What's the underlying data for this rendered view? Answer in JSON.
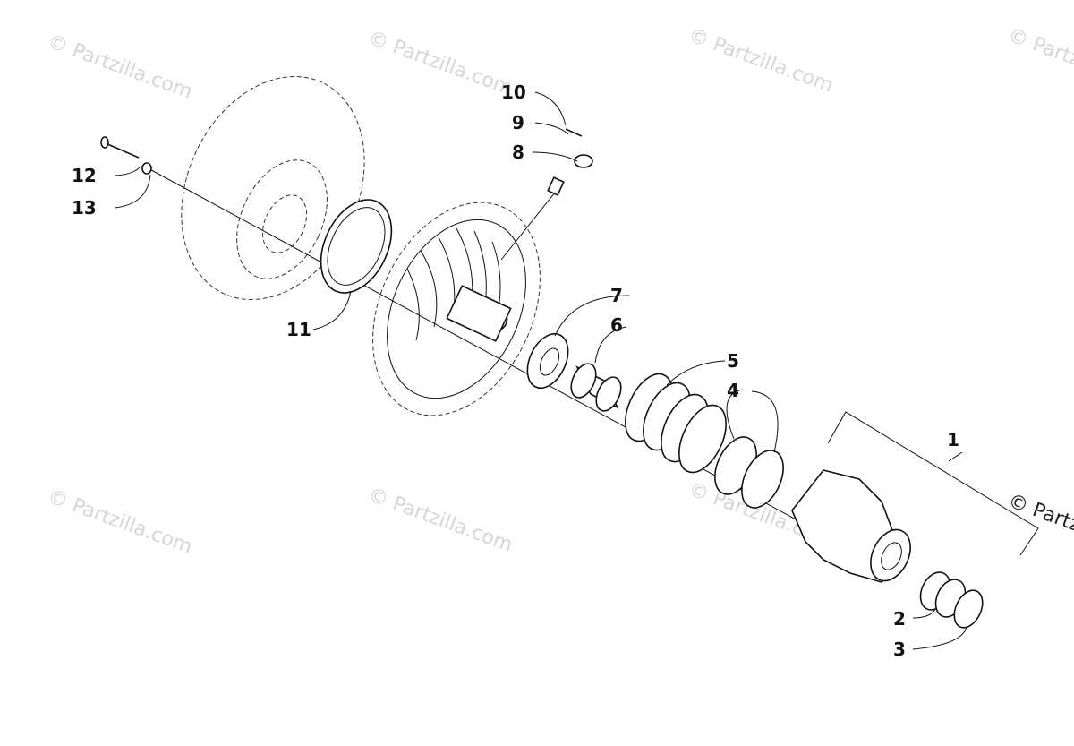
{
  "watermarks": {
    "brand": "© Partzilla.com",
    "edge": "© Partz"
  },
  "callouts": [
    "1",
    "2",
    "3",
    "4",
    "5",
    "6",
    "7",
    "8",
    "9",
    "10",
    "11",
    "12",
    "13"
  ]
}
